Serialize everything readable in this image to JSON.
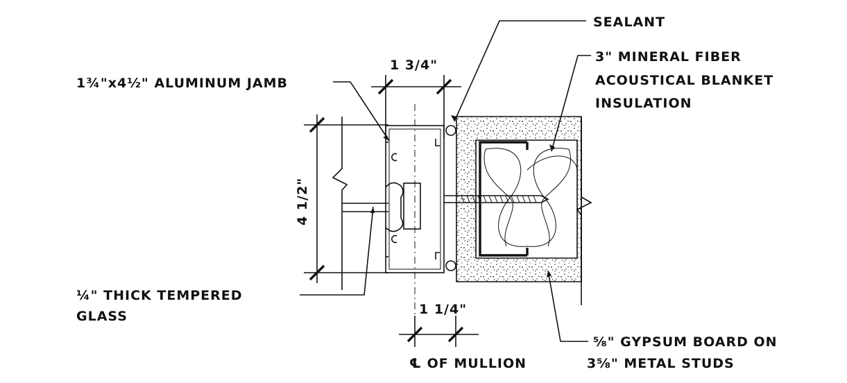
{
  "labels": {
    "sealant": "SEALANT",
    "mineral_fiber_1": "3\" MINERAL FIBER",
    "mineral_fiber_2": "ACOUSTICAL BLANKET",
    "mineral_fiber_3": "INSULATION",
    "aluminum_jamb": "1¾\"x4½\" ALUMINUM JAMB",
    "tempered_glass_1": "¼\" THICK TEMPERED",
    "tempered_glass_2": "GLASS",
    "gypsum_board_1": "⅝\" GYPSUM BOARD ON",
    "gypsum_board_2": "3⅝\" METAL STUDS",
    "mullion_centerline": "℄ OF MULLION"
  },
  "dimensions": {
    "jamb_depth": "1 3/4\"",
    "jamb_width": "4 1/2\"",
    "mullion_offset": "1 1/4\""
  }
}
